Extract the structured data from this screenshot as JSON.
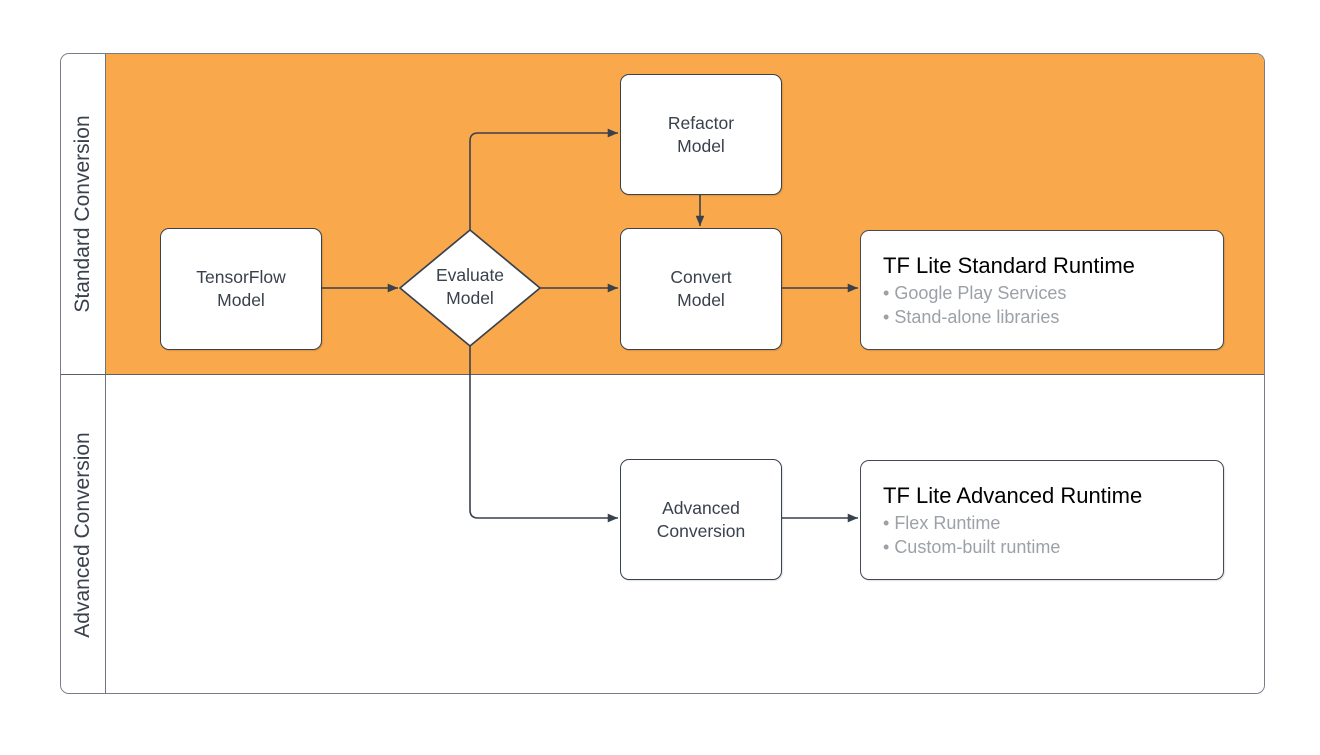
{
  "lanes": [
    {
      "label": "Standard Conversion",
      "fill": "#FAA84C"
    },
    {
      "label": "Advanced Conversion",
      "fill": "#FFFFFF"
    }
  ],
  "nodes": {
    "tensorflow_model": {
      "label": "TensorFlow Model"
    },
    "evaluate_model": {
      "label": "Evaluate Model"
    },
    "refactor_model": {
      "label": "Refactor Model"
    },
    "convert_model": {
      "label": "Convert Model"
    },
    "advanced_conversion": {
      "label": "Advanced Conversion"
    },
    "tflite_standard_runtime": {
      "title": "TF Lite Standard Runtime",
      "bullets": [
        "Google Play Services",
        "Stand-alone libraries"
      ]
    },
    "tflite_advanced_runtime": {
      "title": "TF Lite Advanced Runtime",
      "bullets": [
        "Flex Runtime",
        "Custom-built runtime"
      ]
    }
  },
  "colors": {
    "lane_fill": "#FAA84C",
    "shape_border": "#39414D",
    "connector": "#39414D",
    "node_text": "#39414D",
    "runtime_title_text": "#000000",
    "bullet_text": "#9CA1A7",
    "pool_border": "#767D87"
  }
}
